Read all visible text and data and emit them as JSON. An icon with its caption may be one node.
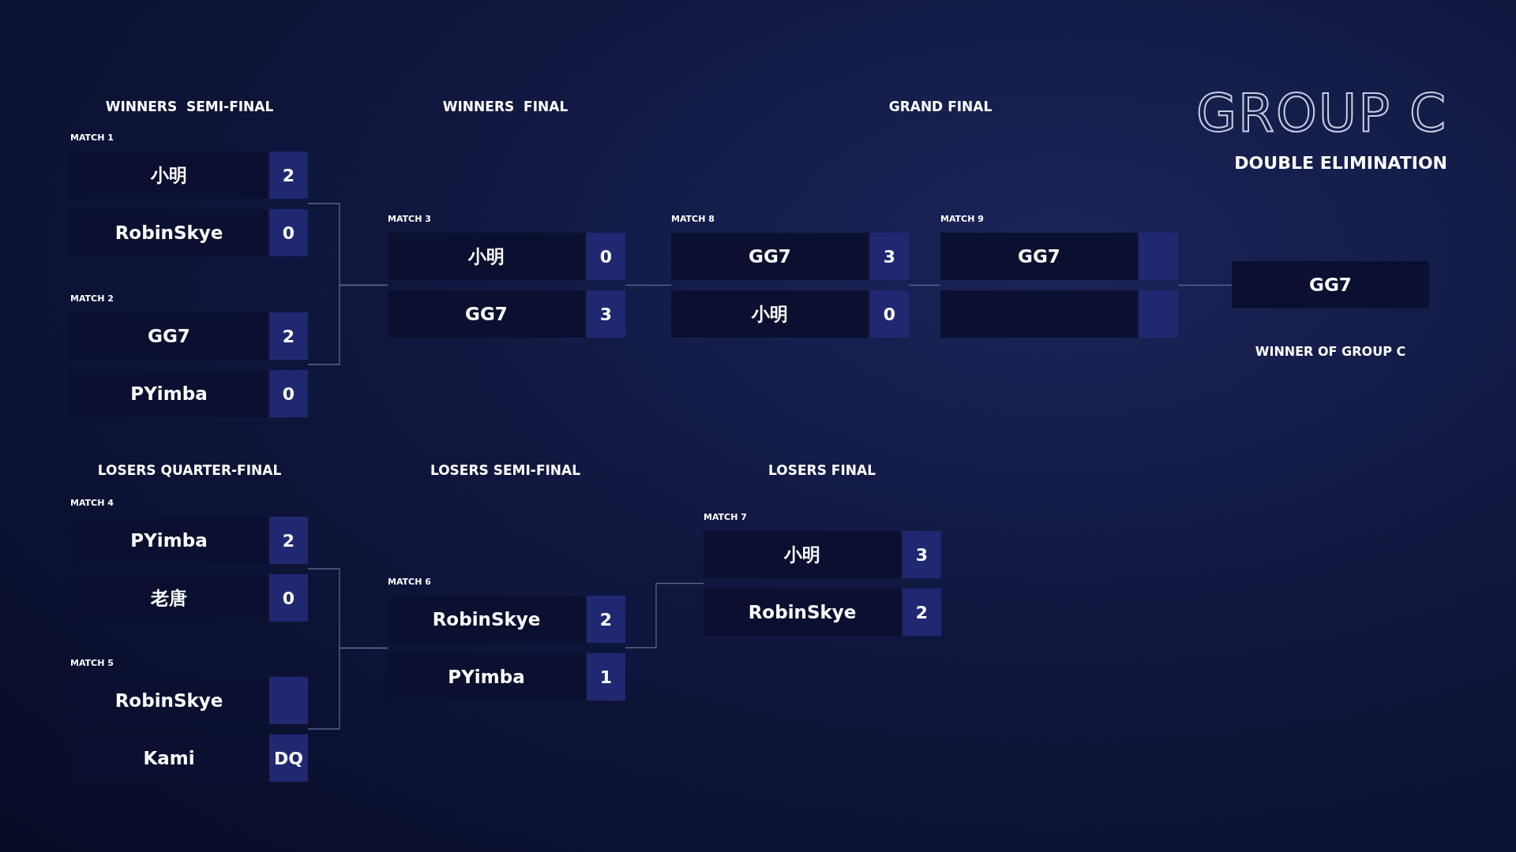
{
  "diagram": {
    "title": "GROUP C",
    "nodes": [
      {
        "text": [
          "MATCH 1"
        ]
      },
      {
        "text": [
          "小明"
        ],
        "in": 0
      },
      {
        "text": [
          "2"
        ],
        "in": 0
      },
      {
        "text": [
          "RobinSkye"
        ],
        "in": 0
      },
      {
        "text": [
          "0"
        ],
        "in": 0
      },
      {
        "text": [
          "MATCH 2"
        ]
      },
      {
        "text": [
          "GG7"
        ],
        "in": 5
      },
      {
        "text": [
          "2"
        ],
        "in": 5
      },
      {
        "text": [
          "PYimba"
        ],
        "in": 5
      },
      {
        "text": [
          "0"
        ],
        "in": 5
      },
      {
        "text": [
          "MATCH 3"
        ]
      },
      {
        "text": [
          "小明"
        ],
        "in": 10
      },
      {
        "text": [
          "0"
        ],
        "in": 10
      },
      {
        "text": [
          "GG7"
        ],
        "in": 10
      },
      {
        "text": [
          "3"
        ],
        "in": 10
      },
      {
        "text": [
          "MATCH 8"
        ]
      },
      {
        "text": [
          "GG7"
        ],
        "in": 15
      },
      {
        "text": [
          "3"
        ],
        "in": 15
      },
      {
        "text": [
          "小明"
        ],
        "in": 15
      },
      {
        "text": [
          "0"
        ],
        "in": 15
      },
      {
        "text": [
          "MATCH 9"
        ]
      },
      {
        "text": [
          "GG7"
        ],
        "in": 20
      },
      {
        "text": [],
        "shape": "box",
        "in": 20
      },
      {
        "text": [],
        "shape": "box",
        "in": 20
      },
      {
        "text": [],
        "shape": "box",
        "in": 20
      },
      {
        "text": [
          "GG7"
        ],
        "beside": [
          "WINNER OF GROUP C"
        ]
      },
      {
        "text": [
          "MATCH 4"
        ]
      },
      {
        "text": [
          "PYimba"
        ],
        "in": 26
      },
      {
        "text": [
          "2"
        ],
        "in": 26
      },
      {
        "text": [
          "老唐"
        ],
        "in": 26
      },
      {
        "text": [
          "0"
        ],
        "in": 26
      },
      {
        "text": [
          "MATCH 5"
        ]
      },
      {
        "text": [
          "RobinSkye"
        ],
        "in": 31
      },
      {
        "text": [],
        "shape": "box",
        "in": 31
      },
      {
        "text": [
          "Kami"
        ],
        "in": 31
      },
      {
        "text": [
          "DQ"
        ],
        "in": 31
      },
      {
        "text": [
          "MATCH 6"
        ]
      },
      {
        "text": [
          "RobinSkye"
        ],
        "in": 36
      },
      {
        "text": [
          "2"
        ],
        "in": 36
      },
      {
        "text": [
          "PYimba"
        ],
        "in": 36
      },
      {
        "text": [
          "1"
        ],
        "in": 36
      },
      {
        "text": [
          "MATCH 7"
        ]
      },
      {
        "text": [
          "小明"
        ],
        "in": 41
      },
      {
        "text": [
          "3"
        ],
        "in": 41
      },
      {
        "text": [
          "RobinSkye"
        ],
        "in": 41
      },
      {
        "text": [
          "2"
        ],
        "in": 41
      }
    ],
    "edges": [
      {
        "from": 0,
        "to": 10,
        "arrow": "none"
      },
      {
        "from": 5,
        "to": 10,
        "arrow": "none"
      },
      {
        "from": 10,
        "to": 15,
        "arrow": "none"
      },
      {
        "from": 15,
        "to": 20,
        "arrow": "none"
      },
      {
        "from": 20,
        "to": 25,
        "arrow": "none"
      },
      {
        "from": 26,
        "to": 36,
        "arrow": "none"
      },
      {
        "from": 31,
        "to": 36,
        "arrow": "none"
      },
      {
        "from": 36,
        "to": 41,
        "arrow": "none"
      }
    ],
    "labels": [
      "WINNERS  SEMI-FINAL",
      "WINNERS  FINAL",
      "GRAND FINAL",
      "DOUBLE ELIMINATION",
      "LOSERS QUARTER-FINAL",
      "LOSERS SEMI-FINAL",
      "LOSERS FINAL"
    ]
  }
}
